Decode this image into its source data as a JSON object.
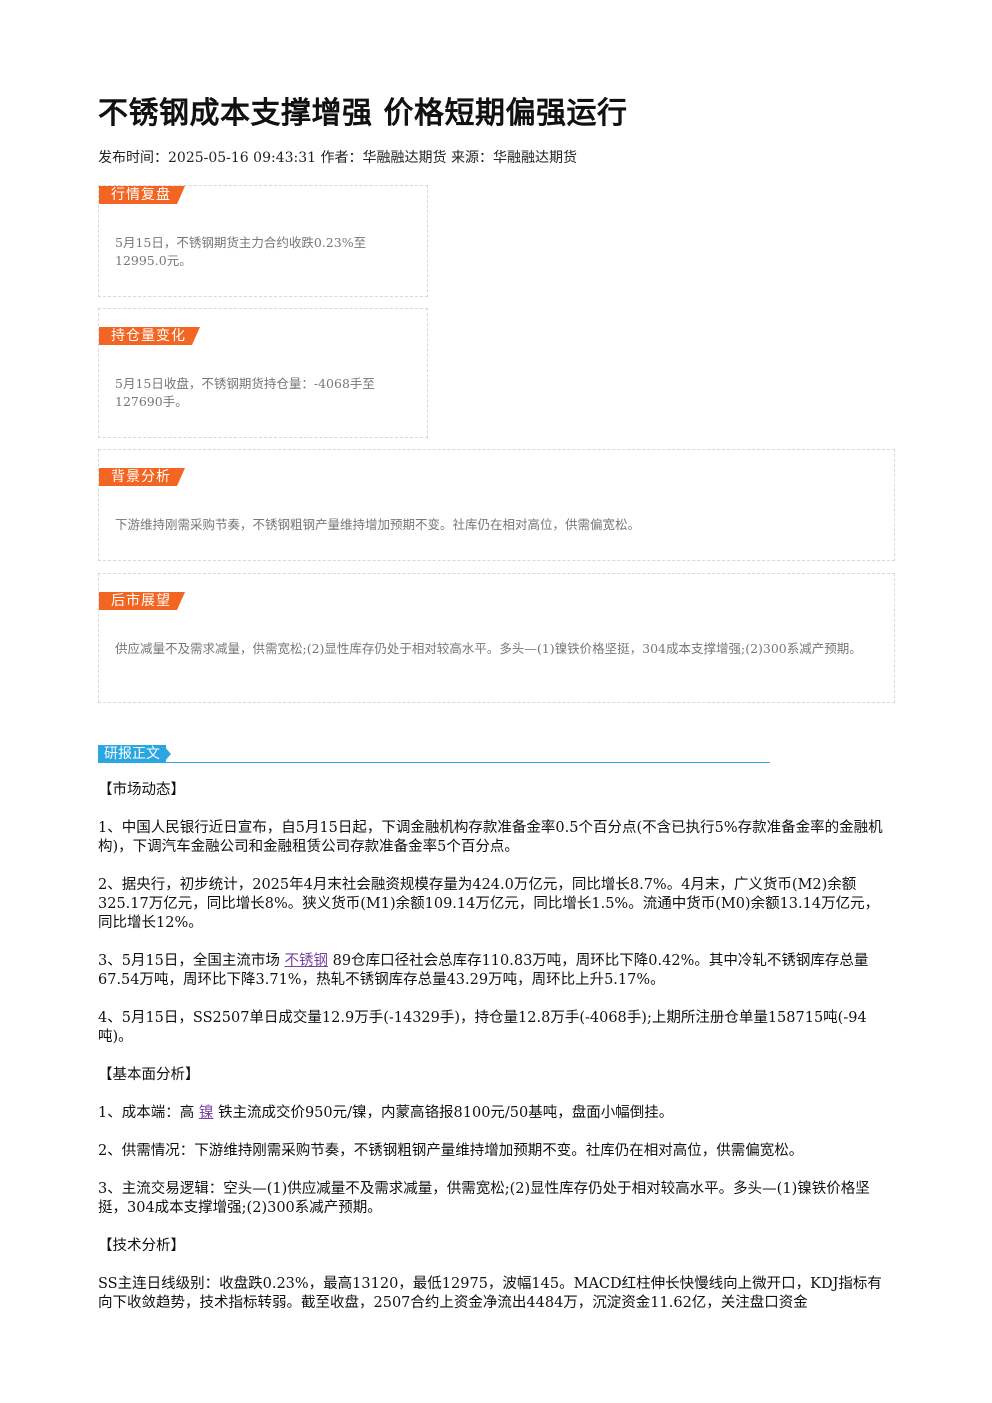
{
  "article": {
    "title": "不锈钢成本支撑增强 价格短期偏强运行",
    "meta": "发布时间：2025-05-16 09:43:31 作者：华融融达期货 来源：华融融达期货"
  },
  "summary": {
    "market_review": {
      "tag": "行情复盘",
      "text": "5月15日，不锈钢期货主力合约收跌0.23%至12995.0元。"
    },
    "position_change": {
      "tag": "持仓量变化",
      "text": "5月15日收盘，不锈钢期货持仓量：-4068手至127690手。"
    },
    "background": {
      "tag": "背景分析",
      "text": "下游维持刚需采购节奏，不锈钢粗钢产量维持增加预期不变。社库仍在相对高位，供需偏宽松。"
    },
    "outlook": {
      "tag": "后市展望",
      "text": "供应减量不及需求减量，供需宽松;(2)显性库存仍处于相对较高水平。多头—(1)镍铁价格坚挺，304成本支撑增强;(2)300系减产预期。"
    }
  },
  "report": {
    "tag": "研报正文",
    "market_heading": "【市场动态】",
    "p1": "1、中国人民银行近日宣布，自5月15日起，下调金融机构存款准备金率0.5个百分点(不含已执行5%存款准备金率的金融机构)，下调汽车金融公司和金融租赁公司存款准备金率5个百分点。",
    "p2": "2、据央行，初步统计，2025年4月末社会融资规模存量为424.0万亿元，同比增长8.7%。4月末，广义货币(M2)余额325.17万亿元，同比增长8%。狭义货币(M1)余额109.14万亿元，同比增长1.5%。流通中货币(M0)余额13.14万亿元，同比增长12%。",
    "p3_a": "3、5月15日，全国主流市场 ",
    "p3_link": "不锈钢",
    "p3_b": " 89仓库口径社会总库存110.83万吨，周环比下降0.42%。其中冷轧不锈钢库存总量67.54万吨，周环比下降3.71%，热轧不锈钢库存总量43.29万吨，周环比上升5.17%。",
    "p4": "4、5月15日，SS2507单日成交量12.9万手(-14329手)，持仓量12.8万手(-4068手);上期所注册仓单量158715吨(-94吨)。",
    "fundamental_heading": "【基本面分析】",
    "f1_a": "1、成本端：高 ",
    "f1_link": "镍",
    "f1_b": " 铁主流成交价950元/镍，内蒙高铬报8100元/50基吨，盘面小幅倒挂。",
    "f2": "2、供需情况：下游维持刚需采购节奏，不锈钢粗钢产量维持增加预期不变。社库仍在相对高位，供需偏宽松。",
    "f3": "3、主流交易逻辑：空头—(1)供应减量不及需求减量，供需宽松;(2)显性库存仍处于相对较高水平。多头—(1)镍铁价格坚挺，304成本支撑增强;(2)300系减产预期。",
    "technical_heading": "【技术分析】",
    "t1": "SS主连日线级别：收盘跌0.23%，最高13120，最低12975，波幅145。MACD红柱伸长快慢线向上微开口，KDJ指标有向下收敛趋势，技术指标转弱。截至收盘，2507合约上资金净流出4484万，沉淀资金11.62亿，关注盘口资金"
  },
  "colors": {
    "tag_orange": "#f26522",
    "tag_blue": "#2aa7e0",
    "link": "#7b3fa0"
  }
}
